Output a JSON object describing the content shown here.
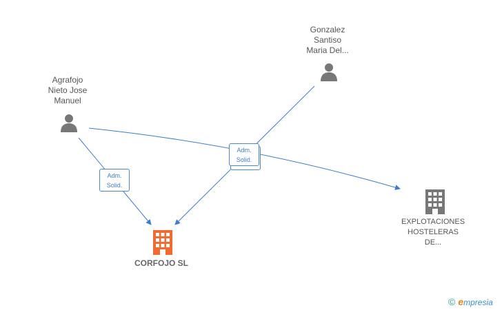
{
  "persons": [
    {
      "id": "gonzalez",
      "lines": [
        "Gonzalez",
        "Santiso",
        "Maria Del..."
      ],
      "icon": "person-icon"
    },
    {
      "id": "agrafojo",
      "lines": [
        "Agrafojo",
        "Nieto Jose",
        "Manuel"
      ],
      "icon": "person-icon"
    }
  ],
  "companies": [
    {
      "id": "corfojo",
      "name": "CORFOJO  SL",
      "icon": "building-icon",
      "color": "#f26a30"
    },
    {
      "id": "explotaciones",
      "lines": [
        "EXPLOTACIONES",
        "HOSTELERAS",
        "DE..."
      ],
      "icon": "building-icon",
      "color": "#777777"
    }
  ],
  "relations": [
    {
      "id": "rel-agrafojo-corfojo",
      "line1": "Adm.",
      "line2": "Solid."
    },
    {
      "id": "rel-gonzalez-corfojo",
      "line1": "Adm.",
      "line2": "Solid."
    }
  ],
  "colors": {
    "edge": "#3a7dd0",
    "person_icon": "#777777",
    "company_main": "#f26a30",
    "company_other": "#777777"
  },
  "brand": {
    "copyright": "©",
    "e": "e",
    "rest": "mpresia"
  }
}
